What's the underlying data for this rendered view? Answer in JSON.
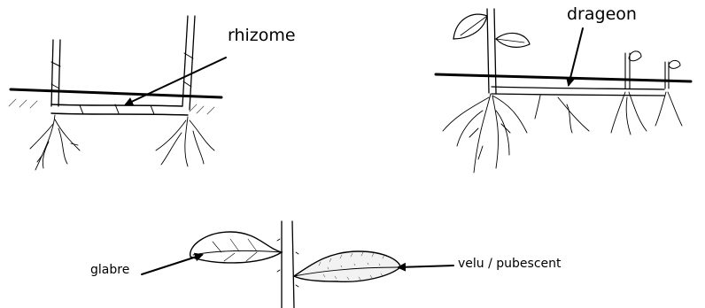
{
  "labels": {
    "rhizome": "rhizome",
    "drageon": "drageon",
    "glabre": "glabre",
    "velu": "velu / pubescent"
  }
}
